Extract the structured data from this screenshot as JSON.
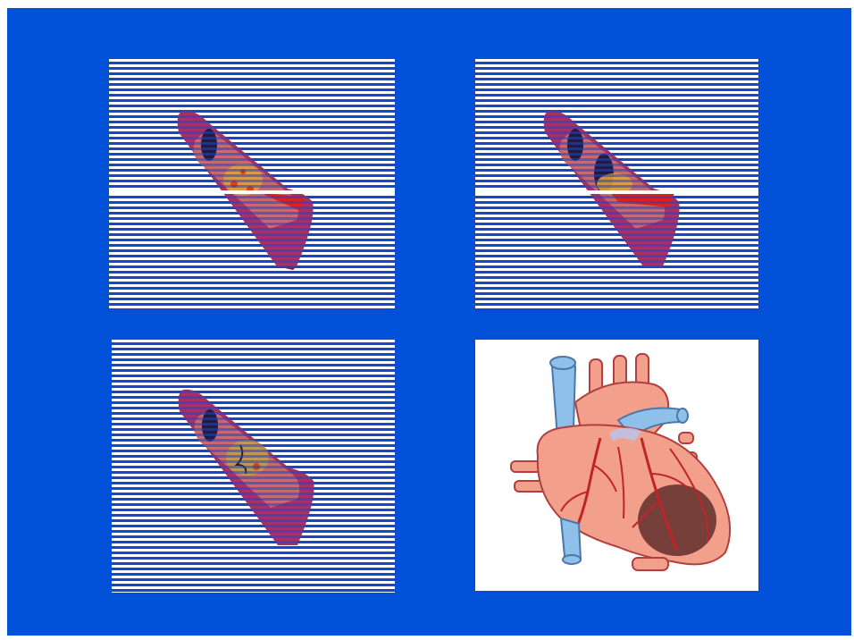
{
  "slide": {
    "background_color": "#0050d8",
    "panels": [
      {
        "name": "artery-panel-normal",
        "content": "artery-cross-section"
      },
      {
        "name": "artery-panel-narrowed",
        "content": "artery-cross-section"
      },
      {
        "name": "artery-panel-blocked",
        "content": "artery-cross-section"
      },
      {
        "name": "heart-panel",
        "content": "heart-illustration-with-damaged-area"
      }
    ]
  },
  "colors": {
    "stripe_white": "#ffffff",
    "stripe_blue": "#1846c8",
    "artery_wall": "#a8306a",
    "plaque": "#e0a040",
    "blood": "#e02020",
    "heart_muscle": "#f2a08c",
    "vessel_blue": "#8ec0ea",
    "coronary_red": "#c0242a",
    "infarct": "#5a2a28"
  }
}
